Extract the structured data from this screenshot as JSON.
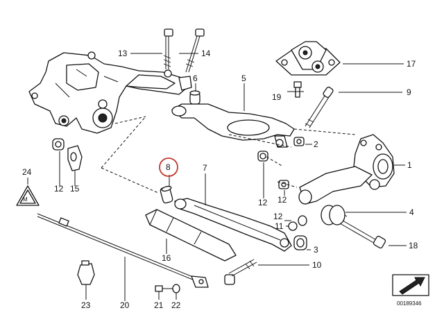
{
  "diagram": {
    "labels": {
      "l1": "1",
      "l2": "2",
      "l3": "3",
      "l4": "4",
      "l5": "5",
      "l6": "6",
      "l7": "7",
      "l8": "8",
      "l9": "9",
      "l10": "10",
      "l11": "11",
      "l12a": "12",
      "l12b": "12",
      "l12c": "12",
      "l12d": "12",
      "l13": "13",
      "l14": "14",
      "l15": "15",
      "l16": "16",
      "l17": "17",
      "l18": "18",
      "l19": "19",
      "l20": "20",
      "l21": "21",
      "l22": "22",
      "l23": "23",
      "l24": "24"
    },
    "highlighted_part": "8",
    "highlight_color": "#c0392b",
    "catalog_code": "00189346"
  }
}
